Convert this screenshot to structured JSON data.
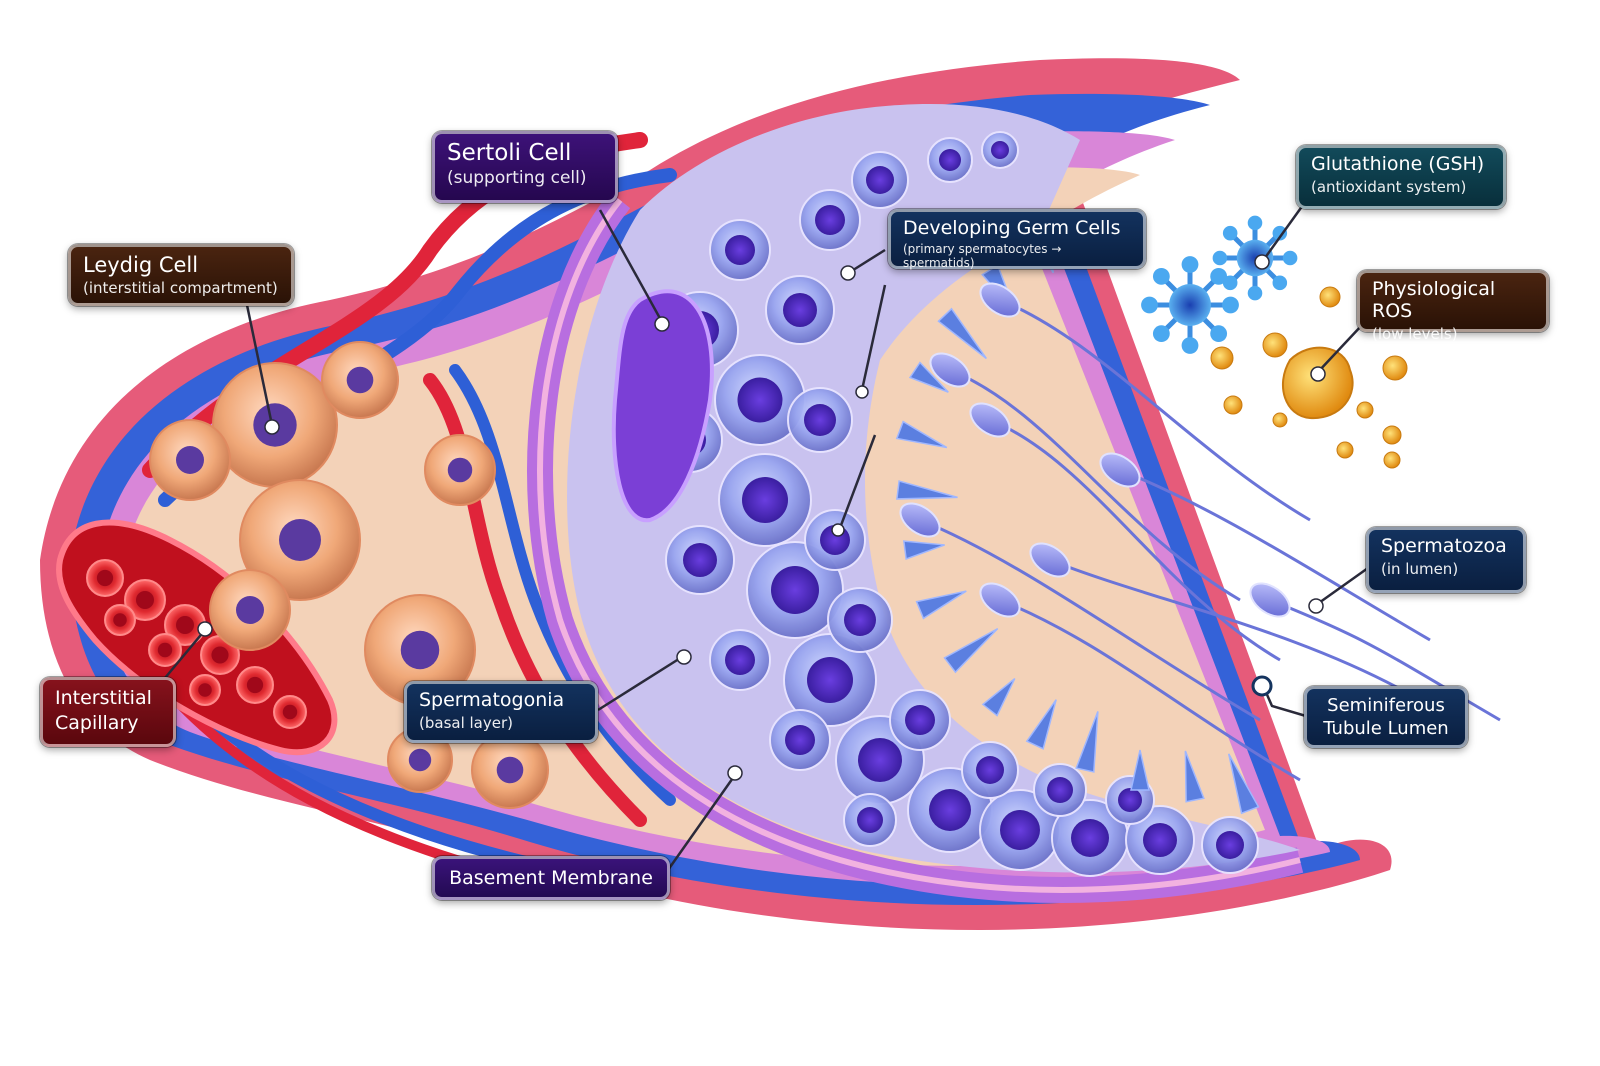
{
  "labels": {
    "sertoli": {
      "title": "Sertoli Cell",
      "subtitle": "(supporting cell)"
    },
    "leydig": {
      "title": "Leydig Cell",
      "subtitle": "(interstitial compartment)"
    },
    "germ": {
      "title": "Developing Germ Cells",
      "subtitle": "(primary spermatocytes → spermatids)"
    },
    "gsh": {
      "title": "Glutathione (GSH)",
      "subtitle": "(antioxidant system)"
    },
    "ros": {
      "title": "Physiological ROS",
      "subtitle": "(low levels)"
    },
    "spermatozoa": {
      "title": "Spermatozoa",
      "subtitle": "(in lumen)"
    },
    "lumen": {
      "title": "Seminiferous Tubule Lumen"
    },
    "spermatogonia": {
      "title": "Spermatogonia",
      "subtitle": "(basal layer)"
    },
    "capillary": {
      "title": "Interstitial Capillary"
    },
    "basement": {
      "title": "Basement Membrane"
    }
  },
  "colors": {
    "brown_box": "#3a1a0a",
    "purple_box": "#2e0b63",
    "navy_box": "#0f2a52",
    "teal_box": "#0c3b48",
    "red_box": "#700b14",
    "membrane_pink": "#e56fb0",
    "membrane_blue": "#2e5fd6",
    "vessel_red": "#e0243a",
    "germ_cell_violet": "#6a4bd8",
    "leydig_orange": "#e8a060",
    "ros_gold": "#f0a020",
    "gsh_blue": "#2f8ee0"
  }
}
